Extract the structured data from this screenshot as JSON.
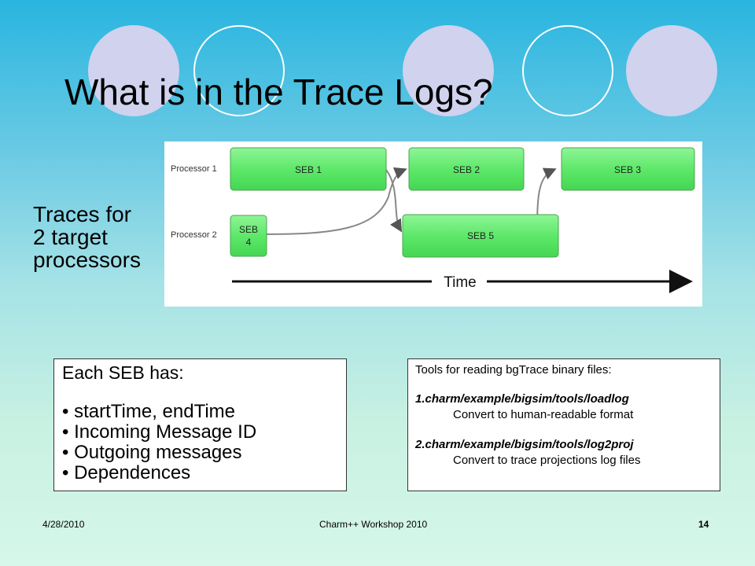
{
  "title": "What is in the Trace Logs?",
  "traces_label": [
    "Traces for",
    "2 target",
    "processors"
  ],
  "diagram": {
    "processor_labels": [
      "Processor 1",
      "Processor 2"
    ],
    "blocks": [
      "SEB 1",
      "SEB 2",
      "SEB 3",
      "SEB",
      "4",
      "SEB 5"
    ],
    "time_label": "Time",
    "block_color": "#5ee86a"
  },
  "left_box": {
    "heading": "Each SEB has:",
    "items": [
      "• startTime,  endTime",
      "• Incoming Message ID",
      "• Outgoing messages",
      "• Dependences"
    ]
  },
  "right_box": {
    "heading": "Tools for reading bgTrace binary files:",
    "tool1_path": "1.charm/example/bigsim/tools/loadlog",
    "tool1_desc": "Convert to human-readable format",
    "tool2_path": "2.charm/example/bigsim/tools/log2proj",
    "tool2_desc": "Convert to trace projections log files"
  },
  "footer": {
    "date": "4/28/2010",
    "event": "Charm++ Workshop 2010",
    "page": "14"
  }
}
